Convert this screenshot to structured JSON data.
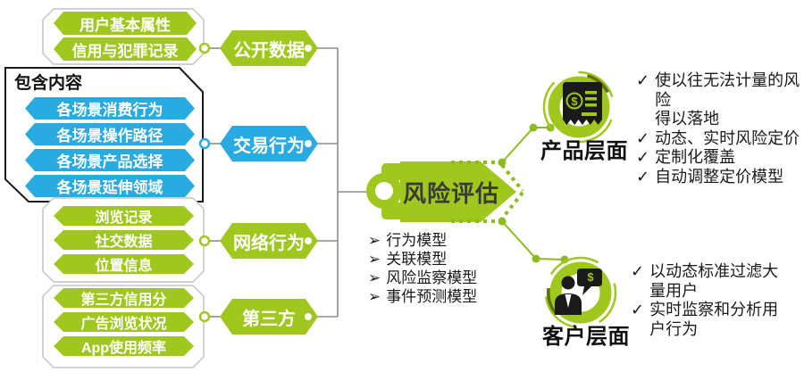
{
  "diagram_title": "风险评估",
  "colors": {
    "green": "#9FC71E",
    "green_dark": "#5f6e12",
    "blue": "#29ABE2",
    "line_gray": "#8c8c8c",
    "text_dark": "#1a1a1a"
  },
  "marks": {
    "check": "✓",
    "bullet": "➢"
  },
  "sources": {
    "group1": {
      "items": [
        "用户基本属性",
        "信用与犯罪记录"
      ],
      "category": "公开数据"
    },
    "group2": {
      "title": "包含内容",
      "items": [
        "各场景消费行为",
        "各场景操作路径",
        "各场景产品选择",
        "各场景延伸领域"
      ],
      "category": "交易行为"
    },
    "group3": {
      "items": [
        "浏览记录",
        "社交数据",
        "位置信息"
      ],
      "category": "网络行为"
    },
    "group4": {
      "items": [
        "第三方信用分",
        "广告浏览状况",
        "App使用频率"
      ],
      "category": "第三方"
    }
  },
  "center": {
    "title": "风险评估",
    "models": [
      "行为模型",
      "关联模型",
      "风险监察模型",
      "事件预测模型"
    ]
  },
  "outcomes": {
    "product": {
      "label": "产品层面",
      "icon": "receipt-dollar-icon",
      "points": [
        "使以往无法计量的风险\n得以落地",
        "动态、实时风险定价",
        "定制化覆盖",
        "自动调整定价模型"
      ]
    },
    "customer": {
      "label": "客户层面",
      "icon": "person-chat-dollar-icon",
      "points": [
        "以动态标准过滤大\n量用户",
        "实时监察和分析用\n户行为"
      ]
    }
  }
}
